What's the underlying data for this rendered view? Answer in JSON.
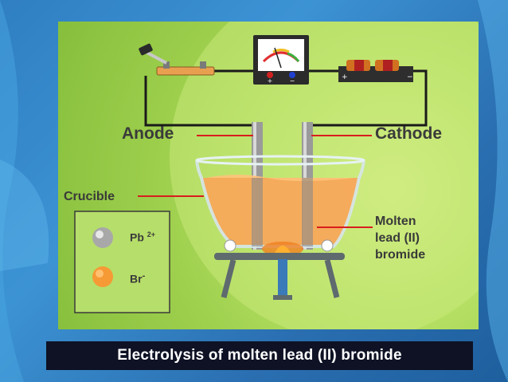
{
  "labels": {
    "anode": "Anode",
    "cathode": "Cathode",
    "crucible": "Crucible",
    "molten_line1": "Molten",
    "molten_line2": "lead (II)",
    "molten_line3": "bromide"
  },
  "legend": {
    "pb_ion": "Pb",
    "pb_charge": "2+",
    "br_ion": "Br",
    "br_charge": "-"
  },
  "meter": {
    "plus": "+",
    "minus": "−"
  },
  "battery": {
    "plus": "+",
    "minus": "−"
  },
  "caption": "Electrolysis of molten lead (II) bromide",
  "colors": {
    "panel_bg": "#a6d454",
    "molten_liquid": "#f7a85a",
    "pb_ion": "#a8a8a8",
    "br_ion": "#f59a35",
    "wire": "#1a1a1a",
    "leader_line": "#d81e1e",
    "caption_bg": "#0e1224"
  }
}
